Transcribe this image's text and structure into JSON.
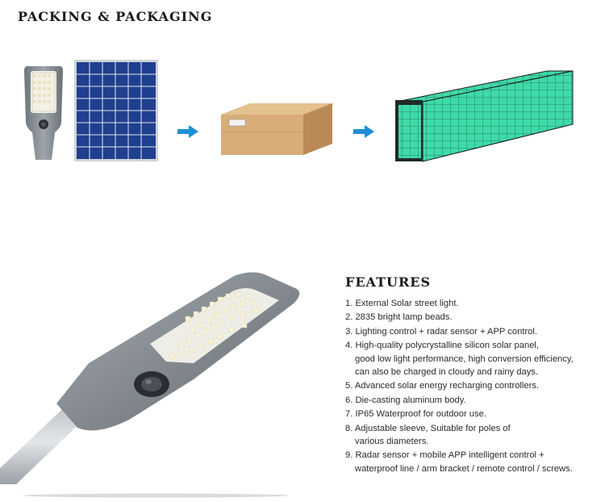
{
  "packing": {
    "title": "PACKING & PACKAGING"
  },
  "features": {
    "title": "FEATURES",
    "items": [
      {
        "lines": [
          "1. External Solar street light."
        ]
      },
      {
        "lines": [
          "2. 2835 bright lamp beads."
        ]
      },
      {
        "lines": [
          "3. Lighting control + radar sensor + APP control."
        ]
      },
      {
        "lines": [
          "4. High-quality polycrystalline silicon solar panel,",
          "good low light performance, high conversion efficiency,",
          "can also be charged in cloudy and rainy days."
        ]
      },
      {
        "lines": [
          "5. Advanced solar energy recharging controllers."
        ]
      },
      {
        "lines": [
          "6. Die-casting aluminum body."
        ]
      },
      {
        "lines": [
          "7. IP65 Waterproof for outdoor use."
        ]
      },
      {
        "lines": [
          "8. Adjustable sleeve, Suitable for poles of",
          "various diameters."
        ]
      },
      {
        "lines": [
          "9. Radar sensor + mobile APP intelligent control +",
          "waterproof line / arm bracket / remote control / screws."
        ]
      }
    ]
  },
  "colors": {
    "arrow": "#1e8fd6",
    "container": "#3fd9a8",
    "carton": "#d2a36c",
    "panel": "#1f3f8f",
    "housing": "#8a9096"
  }
}
